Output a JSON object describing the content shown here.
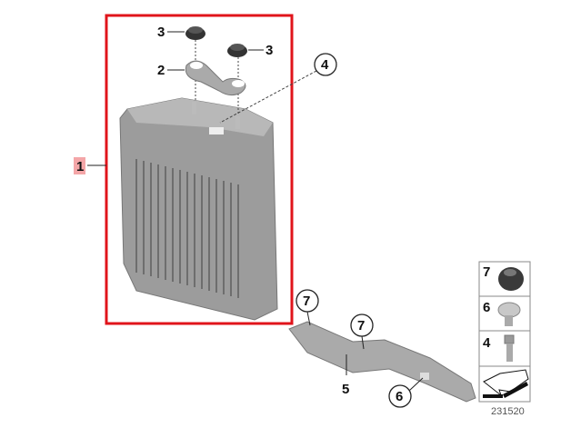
{
  "diagram": {
    "assembly_label": "1",
    "callouts": {
      "bracket_label": "2",
      "grommet_left_label": "3",
      "grommet_right_label": "3",
      "screw_circle_label": "4",
      "nut_circle_top_label": "7",
      "nut_circle_mid_label": "7",
      "bracket_strip_label": "5",
      "screw_circle_bottom_label": "6"
    },
    "legend": [
      {
        "label": "7",
        "icon": "clip-nut-icon"
      },
      {
        "label": "6",
        "icon": "pan-head-screw-icon"
      },
      {
        "label": "4",
        "icon": "hex-bolt-icon"
      },
      {
        "label": "",
        "icon": "direction-arrow-icon"
      }
    ],
    "reference_number": "231520"
  },
  "colors": {
    "highlight": "#e0141b",
    "label_bg": "#f4a6a8",
    "part_gray": "#9a9a9a"
  }
}
